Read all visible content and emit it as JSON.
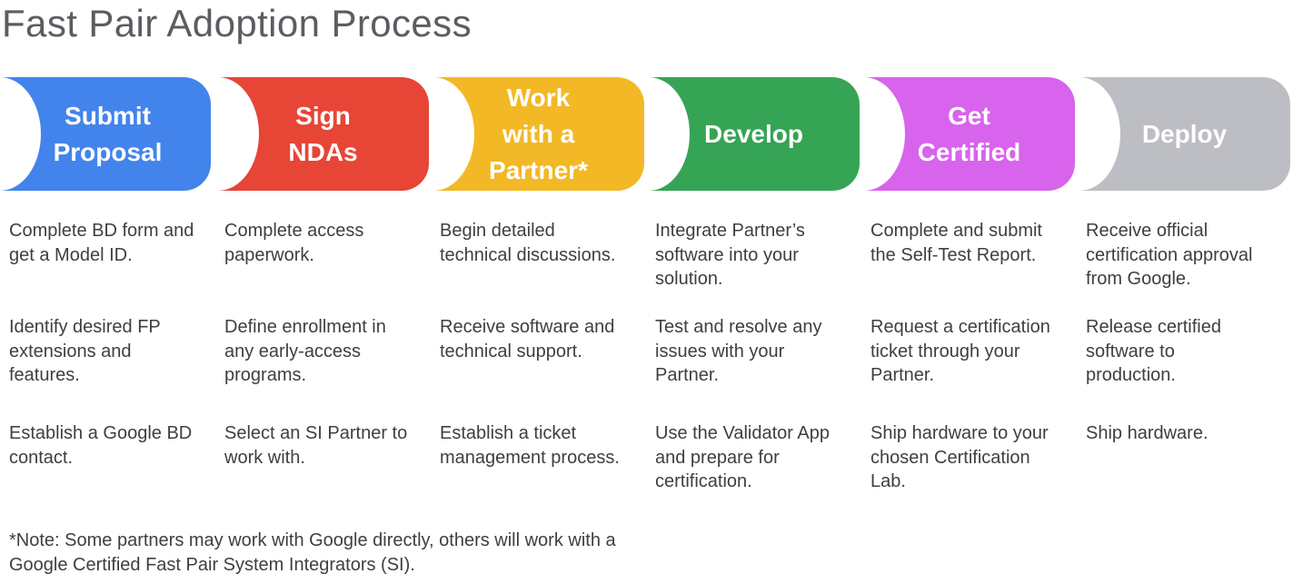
{
  "page_title": "Fast Pair Adoption Process",
  "steps": [
    {
      "label_lines": [
        "Submit",
        "Proposal"
      ],
      "color": "#4384EC",
      "details": [
        [
          "Complete BD form and",
          "get a Model ID."
        ],
        [
          "Identify desired FP",
          "extensions and",
          "features."
        ],
        [
          "Establish a Google BD",
          "contact."
        ]
      ]
    },
    {
      "label_lines": [
        "Sign",
        "NDAs"
      ],
      "color": "#E74536",
      "details": [
        [
          "Complete access",
          "paperwork."
        ],
        [
          "Define enrollment in",
          "any early-access",
          "programs."
        ],
        [
          "Select an SI Partner to",
          "work with."
        ]
      ]
    },
    {
      "label_lines": [
        "Work",
        "with a",
        "Partner*"
      ],
      "color": "#F3B825",
      "details": [
        [
          "Begin detailed",
          "technical discussions."
        ],
        [
          "Receive software and",
          "technical support."
        ],
        [
          "Establish a ticket",
          "management process."
        ]
      ]
    },
    {
      "label_lines": [
        "Develop"
      ],
      "color": "#35A455",
      "details": [
        [
          "Integrate Partner’s",
          "software into your",
          "solution."
        ],
        [
          "Test and resolve any",
          "issues with your",
          "Partner."
        ],
        [
          "Use the Validator App",
          "and prepare for",
          "certification."
        ]
      ]
    },
    {
      "label_lines": [
        "Get",
        "Certified"
      ],
      "color": "#D863ED",
      "details": [
        [
          "Complete and submit",
          "the Self-Test Report."
        ],
        [
          "Request a certification",
          "ticket through your",
          "Partner."
        ],
        [
          "Ship hardware to your",
          "chosen Certification",
          "Lab."
        ]
      ]
    },
    {
      "label_lines": [
        "Deploy"
      ],
      "color": "#BDBEC3",
      "details": [
        [
          "Receive official",
          "certification approval",
          "from Google."
        ],
        [
          "Release certified",
          "software to",
          "production."
        ],
        [
          "Ship hardware."
        ]
      ]
    }
  ],
  "footnote_lines": [
    "*Note: Some partners may work with Google directly, others will work with a",
    "Google Certified Fast Pair System Integrators (SI)."
  ],
  "text_colors": {
    "title": "#5A5D61",
    "body": "#3C4043",
    "step_label": "#FFFFFF"
  }
}
